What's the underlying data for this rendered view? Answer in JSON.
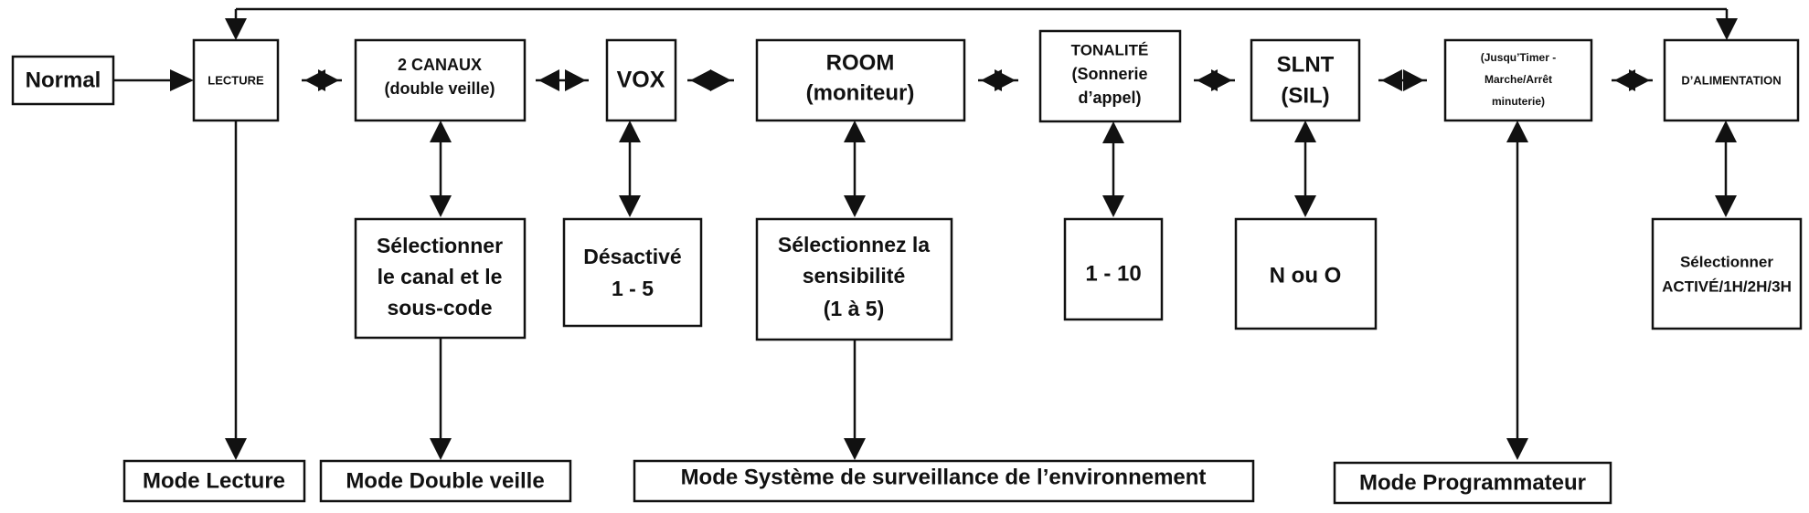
{
  "menu": {
    "normal": "Normal",
    "lecture": "LECTURE",
    "canaux": [
      "2 CANAUX",
      "(double veille)"
    ],
    "vox": "VOX",
    "room": [
      "ROOM",
      "(moniteur)"
    ],
    "tonalite": [
      "TONALITÉ",
      "(Sonnerie",
      "d’appel)"
    ],
    "slnt": [
      "SLNT",
      "(SIL)"
    ],
    "timer": [
      "(Jusqu’Timer -",
      "Marche/Arrêt",
      "minuterie)"
    ],
    "alimentation": "D’ALIMENTATION"
  },
  "settings": {
    "canaux": [
      "Sélectionner",
      "le canal et le",
      "sous-code"
    ],
    "vox": [
      "Désactivé",
      "1 - 5"
    ],
    "room": [
      "Sélectionnez la",
      "sensibilité",
      "(1 à 5)"
    ],
    "tonalite": "1 - 10",
    "slnt": "N ou O",
    "alimentation": [
      "Sélectionner",
      "ACTIVÉ/1H/2H/3H"
    ]
  },
  "modes": {
    "lecture": "Mode Lecture",
    "double_veille": "Mode Double veille",
    "surveillance": "Mode Système de surveillance de l’environnement",
    "programmateur": "Mode Programmateur"
  }
}
